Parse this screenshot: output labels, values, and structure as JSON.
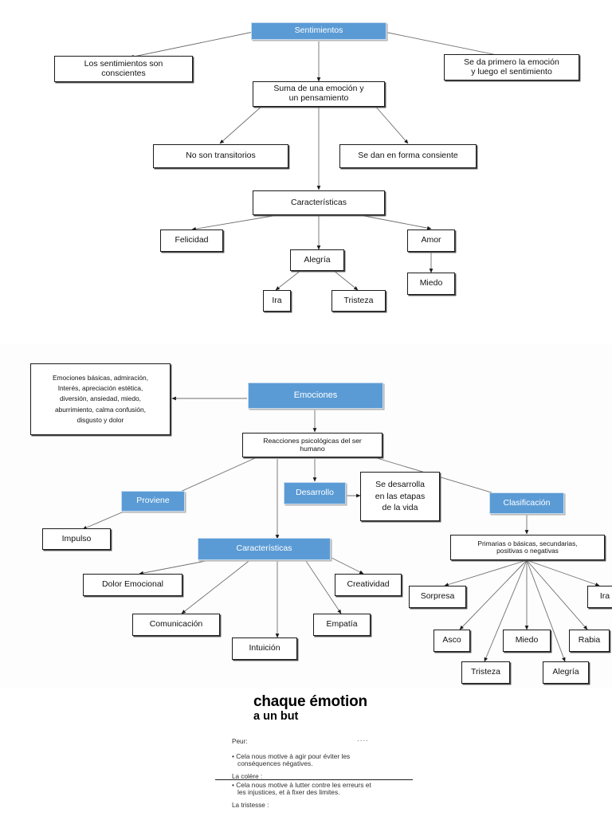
{
  "document": {
    "background_color": "#ffffff",
    "accent_color": "#5b9bd5",
    "node_border_color": "#1b1b1b"
  },
  "map_sentimientos": {
    "title_node": "Sentimientos",
    "nodes": {
      "sentimientos": "Sentimientos",
      "conscientes": "Los sentimientos son\nconscientes",
      "emocion_luego": "Se da primero la emoción\ny luego el sentimiento",
      "suma": "Suma de una emoción y\nun pensamiento",
      "no_transitorios": "No son transitorios",
      "forma_consiente": "Se dan en forma consiente",
      "caracteristicas": "Características",
      "felicidad": "Felicidad",
      "alegria": "Alegría",
      "amor": "Amor",
      "ira": "Ira",
      "tristeza": "Tristeza",
      "miedo": "Miedo"
    }
  },
  "map_emociones": {
    "title_node": "Emociones",
    "nodes": {
      "lista_emociones": "Emociones básicas, admiración,\nInterés, apreciación estética,\ndiversión, ansiedad, miedo,\naburrimiento, calma confusión,\ndisgusto y dolor",
      "emociones": "Emociones",
      "reacciones": "Reacciones psicológicas del ser\nhumano",
      "proviene": "Proviene",
      "impulso": "Impulso",
      "desarrollo": "Desarrollo",
      "se_desarrolla": "Se desarrolla\nen las etapas\nde la vida",
      "clasificacion": "Clasificación",
      "primarias": "Primarias o básicas, secundarias,\npositivas o negativas",
      "caracteristicas": "Características",
      "dolor_emocional": "Dolor Emocional",
      "comunicacion": "Comunicación",
      "intuicion": "Intuición",
      "empatia": "Empatía",
      "creatividad": "Creatividad",
      "sorpresa": "Sorpresa",
      "asco": "Asco",
      "tristeza": "Tristeza",
      "miedo": "Miedo",
      "alegria": "Alegría",
      "rabia": "Rabia",
      "ira": "Ira"
    }
  },
  "french_section": {
    "title_line_1": "chaque émotion",
    "title_line_2": "a un but",
    "lead_peur": "Peur:",
    "dots": "····",
    "bullet_peur_line1": "• Cela nous motive à agir pour éviter les",
    "bullet_peur_line2": "conséquences négatives.",
    "lead_colere": "La colère :",
    "bullet_colere_line1": "• Cela nous motive à lutter contre les erreurs et",
    "bullet_colere_line2": "les injustices, et à fixer des limites.",
    "lead_tristesse": "La tristesse :"
  }
}
